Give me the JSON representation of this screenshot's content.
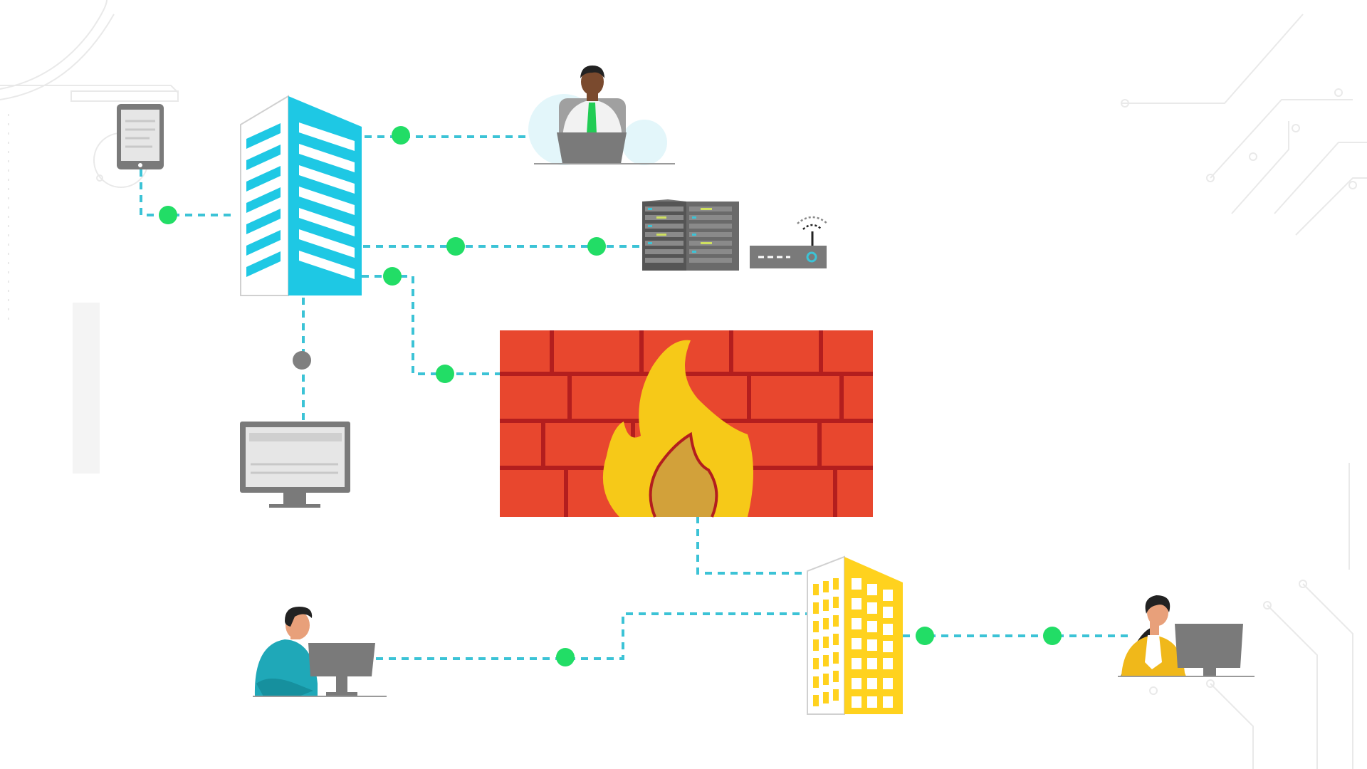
{
  "diagram": {
    "nodes": [
      {
        "id": "tablet",
        "kind": "tablet-device",
        "icon": "tablet-icon"
      },
      {
        "id": "hq-building",
        "kind": "office-building",
        "icon": "cyan-building-icon"
      },
      {
        "id": "remote-worker-laptop",
        "kind": "person-with-laptop",
        "icon": "person-laptop-icon"
      },
      {
        "id": "server-rack",
        "kind": "server",
        "icon": "server-rack-icon"
      },
      {
        "id": "wifi-router",
        "kind": "router",
        "icon": "wifi-router-icon"
      },
      {
        "id": "desktop-monitor",
        "kind": "monitor",
        "icon": "monitor-icon"
      },
      {
        "id": "firewall",
        "kind": "firewall",
        "icon": "firewall-icon"
      },
      {
        "id": "branch-building",
        "kind": "office-building",
        "icon": "yellow-building-icon"
      },
      {
        "id": "worker-desktop-left",
        "kind": "person-at-desktop",
        "icon": "person-desktop-icon"
      },
      {
        "id": "worker-desktop-right",
        "kind": "person-at-desktop",
        "icon": "person-desktop-icon"
      }
    ],
    "connections": [
      {
        "from": "tablet",
        "to": "hq-building",
        "style": "dashed",
        "markers": 1,
        "marker_color": "#22dd66"
      },
      {
        "from": "hq-building",
        "to": "remote-worker-laptop",
        "style": "dashed",
        "markers": 1,
        "marker_color": "#22dd66"
      },
      {
        "from": "hq-building",
        "to": "server-rack",
        "style": "dashed",
        "markers": 2,
        "marker_color": "#22dd66"
      },
      {
        "from": "hq-building",
        "to": "firewall",
        "style": "dashed",
        "markers": 2,
        "marker_color": "#22dd66"
      },
      {
        "from": "hq-building",
        "to": "desktop-monitor",
        "style": "dashed",
        "markers": 1,
        "marker_color": "#808080"
      },
      {
        "from": "firewall",
        "to": "branch-building",
        "style": "dashed",
        "markers": 0,
        "marker_color": "#22dd66"
      },
      {
        "from": "worker-desktop-left",
        "to": "branch-building",
        "style": "dashed",
        "markers": 1,
        "marker_color": "#22dd66"
      },
      {
        "from": "branch-building",
        "to": "worker-desktop-right",
        "style": "dashed",
        "markers": 2,
        "marker_color": "#22dd66"
      }
    ]
  },
  "colors": {
    "line": "#3cc3d6",
    "node_active": "#22dd66",
    "node_inactive": "#808080",
    "building_cyan": "#1ec8e4",
    "building_yellow": "#ffd21e",
    "brick": "#e8472e",
    "mortar": "#b31e1e",
    "flame": "#f6c918",
    "flame_inner": "#d2a13a",
    "device_gray": "#7a7a7a",
    "screen_light": "#e6e6e6",
    "skin": "#e8a07a",
    "skin_dark": "#7a4a2e",
    "hair": "#222222",
    "shirt_teal": "#1fa8b8",
    "shirt_white": "#f2f2f2",
    "tie_green": "#22cc55",
    "jacket_yellow": "#f0b81a",
    "circuit": "#e9e9e9"
  }
}
